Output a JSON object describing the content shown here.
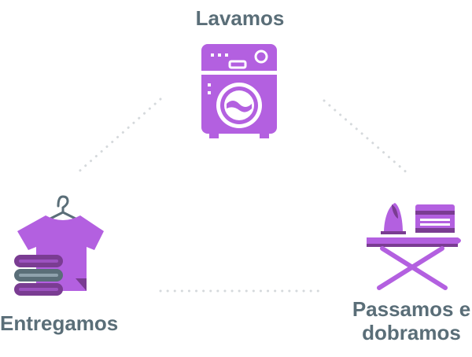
{
  "steps": {
    "wash": {
      "label": "Lavamos",
      "icon": "washing-machine-icon"
    },
    "iron": {
      "label_line1": "Passamos e",
      "label_line2": "dobramos",
      "icon": "ironing-board-icon"
    },
    "deliver": {
      "label": "Entregamos",
      "icon": "folded-clothes-icon"
    }
  },
  "colors": {
    "icon_light": "#b360e0",
    "icon_dark": "#7a3c92",
    "text": "#5a6e78",
    "dots": "#d5d9dc"
  }
}
